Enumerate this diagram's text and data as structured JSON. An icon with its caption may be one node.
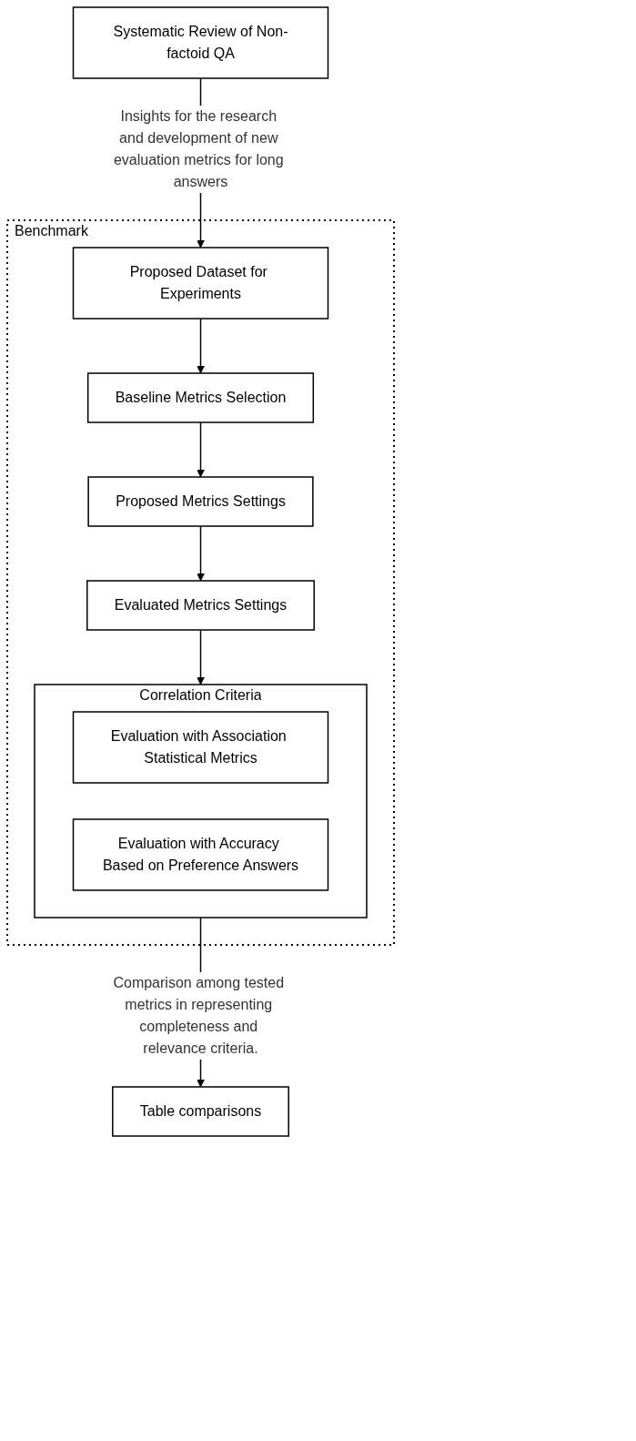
{
  "diagram": {
    "nodes": [
      {
        "text": [
          "Systematic Review of Non-factoid QA"
        ]
      },
      {
        "text": [
          "Benchmark"
        ]
      },
      {
        "text": [
          "Proposed Dataset for Experiments"
        ],
        "in": 1
      },
      {
        "text": [
          "Baseline Metrics Selection"
        ],
        "in": 1
      },
      {
        "text": [
          "Proposed Metrics Settings"
        ],
        "in": 1
      },
      {
        "text": [
          "Evaluated Metrics Settings"
        ],
        "in": 1
      },
      {
        "text": [
          "Correlation Criteria"
        ],
        "in": 1
      },
      {
        "text": [
          "Evaluation with Association Statistical Metrics"
        ],
        "in": 6
      },
      {
        "text": [
          "Evaluation with Accuracy Based on Preference Answers"
        ],
        "in": 6
      },
      {
        "text": [
          "Table comparisons"
        ]
      }
    ],
    "edges": [
      {
        "from": 0,
        "to": 2,
        "arrow": "to",
        "label": "Insights for the research and development of new evaluation metrics for long answers"
      },
      {
        "from": 2,
        "to": 3,
        "arrow": "to"
      },
      {
        "from": 3,
        "to": 4,
        "arrow": "to"
      },
      {
        "from": 4,
        "to": 5,
        "arrow": "to"
      },
      {
        "from": 5,
        "to": 6,
        "arrow": "to"
      },
      {
        "from": 6,
        "to": 9,
        "arrow": "to",
        "label": "Comparison among tested metrics in representing completeness and relevance criteria."
      }
    ]
  }
}
